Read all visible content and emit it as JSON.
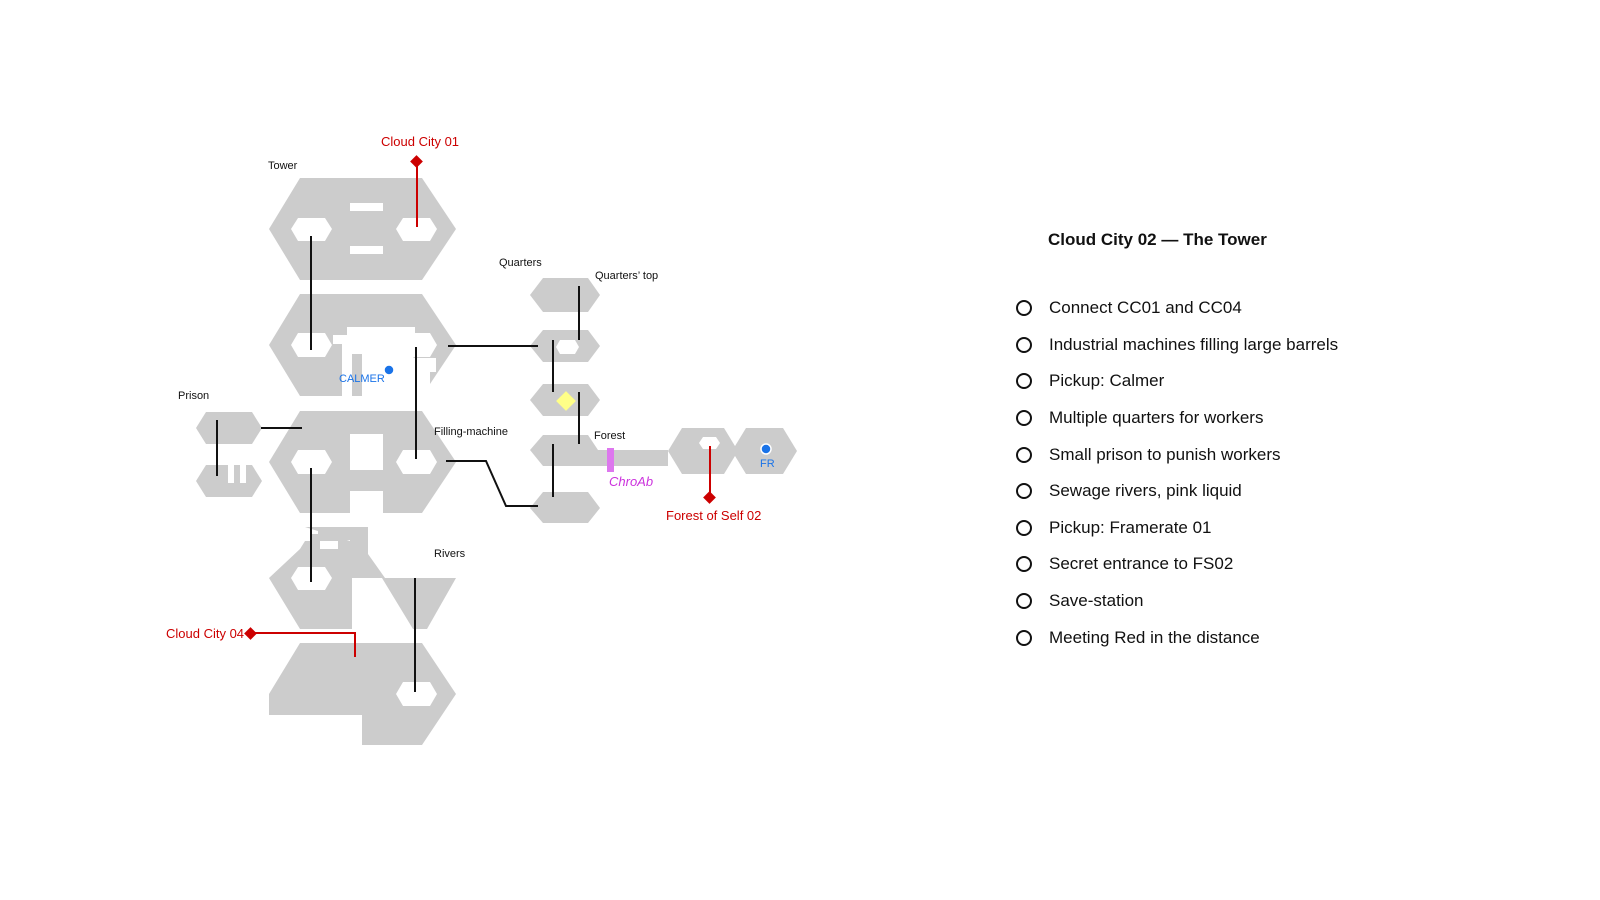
{
  "title": "Cloud City 02 — The Tower",
  "checklist": [
    {
      "label": "Connect CC01 and CC04",
      "checked": false
    },
    {
      "label": "Industrial machines filling large barrels",
      "checked": false
    },
    {
      "label": "Pickup: Calmer",
      "checked": false
    },
    {
      "label": "Multiple quarters for workers",
      "checked": false
    },
    {
      "label": "Small prison to punish workers",
      "checked": false
    },
    {
      "label": "Sewage rivers, pink liquid",
      "checked": false
    },
    {
      "label": "Pickup: Framerate 01",
      "checked": false
    },
    {
      "label": "Secret entrance to FS02",
      "checked": false
    },
    {
      "label": "Save-station",
      "checked": false
    },
    {
      "label": "Meeting Red in the distance",
      "checked": false
    }
  ],
  "map": {
    "areas": {
      "tower": "Tower",
      "quarters": "Quarters",
      "quarters_top": "Quarters’ top",
      "prison": "Prison",
      "filling_machine": "Filling-machine",
      "forest": "Forest",
      "rivers": "Rivers"
    },
    "exits": {
      "cc01": "Cloud City 01",
      "cc04": "Cloud City 04",
      "fs02": "Forest of Self 02"
    },
    "pickups": {
      "calmer": "CALMER",
      "framerate": "FR"
    },
    "secret": "ChroAb",
    "colors": {
      "room": "#cccccc",
      "exit": "#cc0000",
      "pickup": "#1a73e8",
      "save": "#ffff88",
      "secret": "#dd77ee"
    }
  }
}
